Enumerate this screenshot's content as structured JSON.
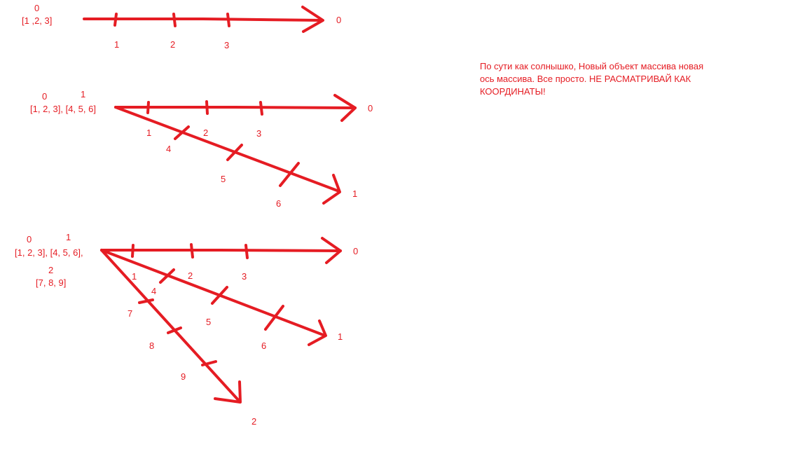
{
  "diagram1": {
    "index_label": "0",
    "array_label": "[1 ,2, 3]",
    "ticks": [
      "1",
      "2",
      "3"
    ],
    "axis_end_label": "0"
  },
  "diagram2": {
    "index_labels": [
      "0",
      "1"
    ],
    "array_label": "[1, 2, 3], [4, 5, 6]",
    "axis0_ticks": [
      "1",
      "2",
      "3"
    ],
    "axis1_ticks": [
      "4",
      "5",
      "6"
    ],
    "axis0_end_label": "0",
    "axis1_end_label": "1"
  },
  "diagram3": {
    "index_labels": [
      "0",
      "1",
      "2"
    ],
    "array_line1": "[1, 2, 3], [4, 5, 6],",
    "array_line2": "[7, 8, 9]",
    "axis0_ticks": [
      "1",
      "2",
      "3"
    ],
    "axis1_ticks": [
      "4",
      "5",
      "6"
    ],
    "axis2_ticks": [
      "7",
      "8",
      "9"
    ],
    "axis0_end_label": "0",
    "axis1_end_label": "1",
    "axis2_end_label": "2"
  },
  "note": {
    "line1": "По сути как солнышко, Новый объект массива новая",
    "line2": "ось массива. Все просто. НЕ РАСМАТРИВАЙ КАК",
    "line3": "КООРДИНАТЫ!"
  },
  "colors": {
    "ink": "#e51c23"
  }
}
